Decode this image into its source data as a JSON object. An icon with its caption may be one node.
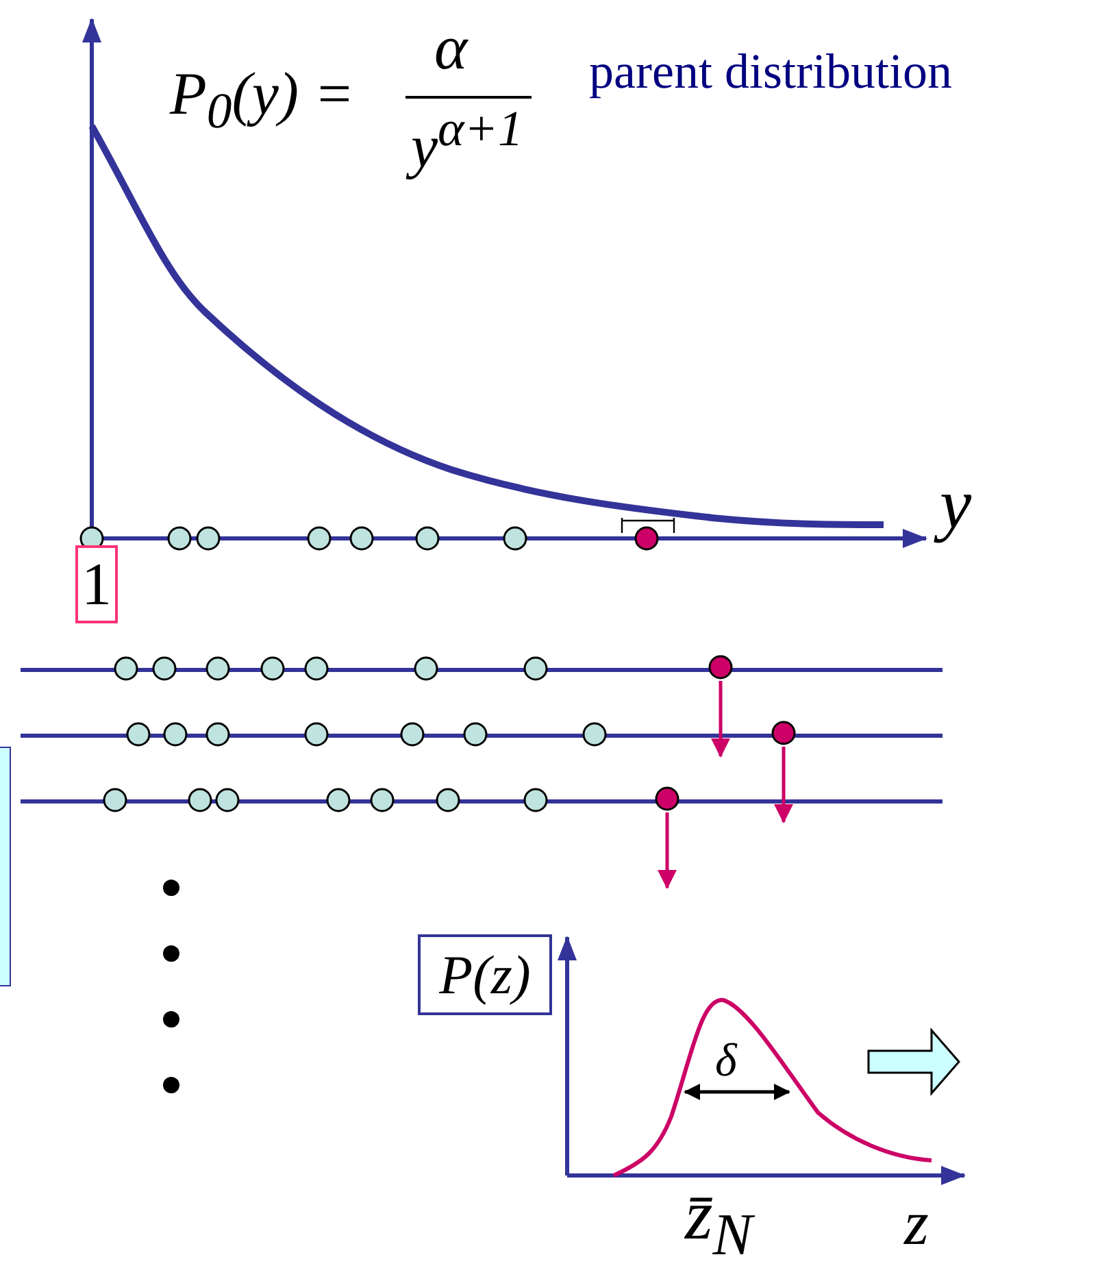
{
  "diagram": {
    "nodes": [
      {
        "text": [
          "1"
        ]
      },
      {
        "text": [],
        "shape": "box"
      },
      {
        "text": [
          "P(z)"
        ]
      }
    ],
    "labels": [
      "P$_{0}$(y) =",
      "α",
      "y$^{α+1}$",
      "parent distribution",
      "y",
      "δ",
      "z̄$_{N}$",
      "z"
    ]
  }
}
